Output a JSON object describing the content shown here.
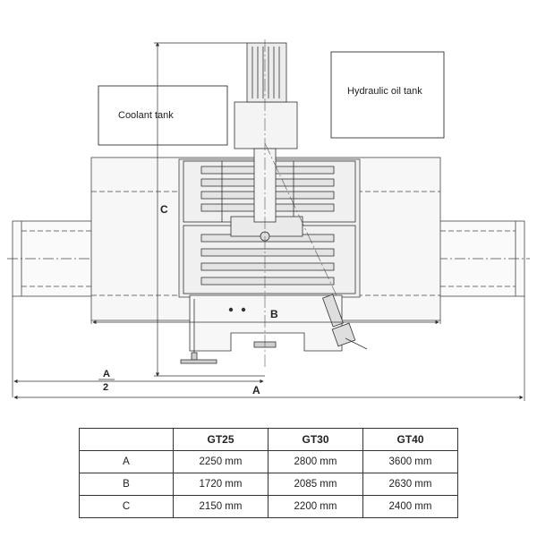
{
  "labels": {
    "coolant_tank": "Coolant tank",
    "hydraulic_tank": "Hydraulic oil tank",
    "dim_a": "A",
    "dim_b": "B",
    "dim_c": "C",
    "half_a_num": "A",
    "half_a_den": "2"
  },
  "table": {
    "corner": "",
    "columns": [
      "GT25",
      "GT30",
      "GT40"
    ],
    "rows": [
      {
        "label": "A",
        "values": [
          "2250 mm",
          "2800 mm",
          "3600 mm"
        ]
      },
      {
        "label": "B",
        "values": [
          "1720 mm",
          "2085 mm",
          "2630 mm"
        ]
      },
      {
        "label": "C",
        "values": [
          "2150 mm",
          "2200 mm",
          "2400 mm"
        ]
      }
    ]
  },
  "colors": {
    "line": "#333333",
    "fill": "#f2f2f2",
    "dark_fill": "#cfcfcf"
  }
}
